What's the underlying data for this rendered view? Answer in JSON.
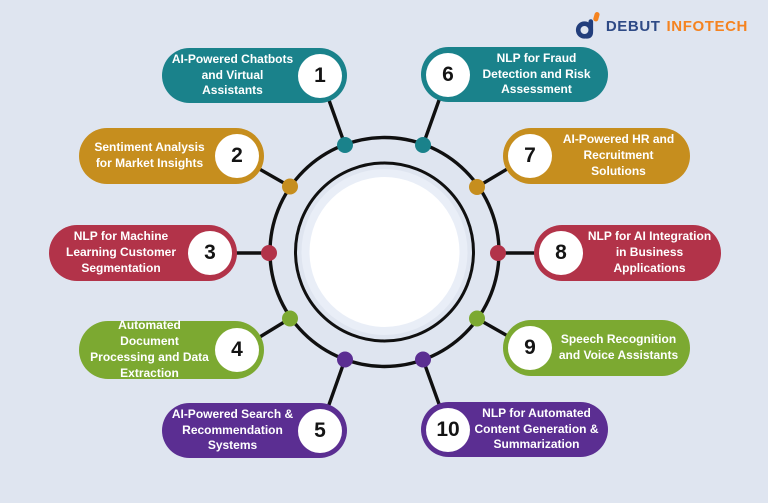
{
  "logo": {
    "icon": "debut-d-icon",
    "name_primary": "DEBUT",
    "name_secondary": "INFOTECH",
    "primary_color": "#2E4A86",
    "secondary_color": "#F58320"
  },
  "items": [
    {
      "number": "1",
      "label": "AI-Powered Chatbots and Virtual Assistants",
      "color": "#1A828B"
    },
    {
      "number": "2",
      "label": "Sentiment Analysis for Market Insights",
      "color": "#C68E1E"
    },
    {
      "number": "3",
      "label": "NLP for Machine Learning Customer Segmentation",
      "color": "#B23349"
    },
    {
      "number": "4",
      "label": "Automated Document Processing and Data Extraction",
      "color": "#7CA931"
    },
    {
      "number": "5",
      "label": "AI-Powered Search & Recommendation Systems",
      "color": "#5B2E92"
    },
    {
      "number": "6",
      "label": "NLP for Fraud Detection and Risk Assessment",
      "color": "#1A828B"
    },
    {
      "number": "7",
      "label": "AI-Powered HR and Recruitment Solutions",
      "color": "#C68E1E"
    },
    {
      "number": "8",
      "label": "NLP for AI Integration in Business Applications",
      "color": "#B23349"
    },
    {
      "number": "9",
      "label": "Speech Recognition and Voice Assistants",
      "color": "#7CA931"
    },
    {
      "number": "10",
      "label": "NLP for Automated Content Generation & Summarization",
      "color": "#5B2E92"
    }
  ],
  "canvas": {
    "background": "#DFE5F0",
    "line_color": "#101010",
    "inner_ring_fill": "#E9EEF7",
    "center_fill": "#FFFFFF"
  }
}
